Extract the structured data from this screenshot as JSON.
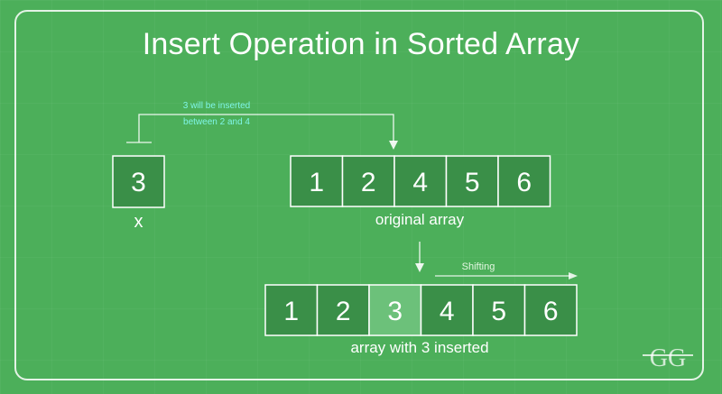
{
  "title": "Insert Operation in Sorted Array",
  "element": {
    "value": "3",
    "label": "x"
  },
  "note_lines": [
    "3 will be inserted",
    "between 2 and 4"
  ],
  "original_array": {
    "values": [
      "1",
      "2",
      "4",
      "5",
      "6"
    ],
    "caption": "original array"
  },
  "result_array": {
    "values": [
      "1",
      "2",
      "3",
      "4",
      "5",
      "6"
    ],
    "highlight_index": 2,
    "caption": "array with 3 inserted"
  },
  "shift_label": "Shifting",
  "logo": "GG",
  "colors": {
    "background": "#4caf5a",
    "cell_fill": "#3a8f48",
    "highlight_fill": "#6cc17a",
    "note_text": "#7ff5e6",
    "line": "#ffffff"
  }
}
